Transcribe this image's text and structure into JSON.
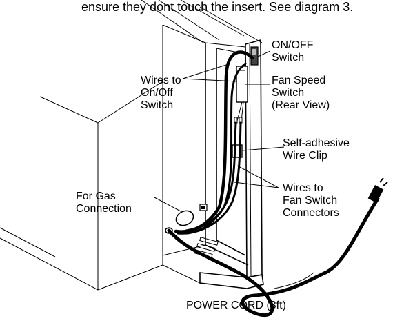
{
  "caption": "ensure they dont touch the insert. See diagram 3.",
  "labels": {
    "on_off_switch": [
      "ON/OFF",
      "Switch"
    ],
    "wires_to_on_off": [
      "Wires to",
      "On/Off",
      "Switch"
    ],
    "fan_speed_switch": [
      "Fan Speed",
      "Switch",
      "(Rear View)"
    ],
    "wire_clip": [
      "Self-adhesive",
      "Wire Clip"
    ],
    "gas_connection": [
      "For Gas",
      "Connection"
    ],
    "wires_to_fan": [
      "Wires to",
      "Fan Switch",
      "Connectors"
    ],
    "power_cord": "POWER CORD (3ft)"
  }
}
